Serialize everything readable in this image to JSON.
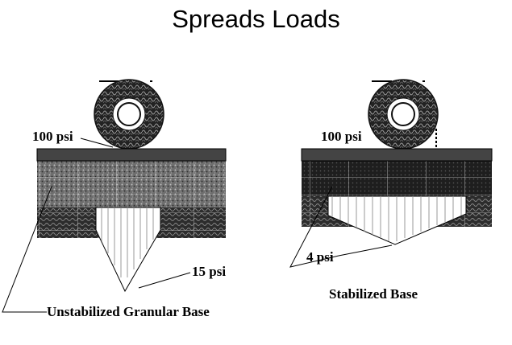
{
  "title": "Spreads Loads",
  "left_panel": {
    "pressure_top": "100 psi",
    "pressure_bottom": "15 psi",
    "caption": "Unstabilized Granular Base"
  },
  "right_panel": {
    "pressure_top": "100 psi",
    "pressure_bottom": "4 psi",
    "caption": "Stabilized Base"
  },
  "colors": {
    "surface": "#444444",
    "wheel": "#2a2a2a",
    "hub_ring": "#ffffff",
    "layer_dark": "#3a3a3a",
    "arrow": "#888888"
  }
}
